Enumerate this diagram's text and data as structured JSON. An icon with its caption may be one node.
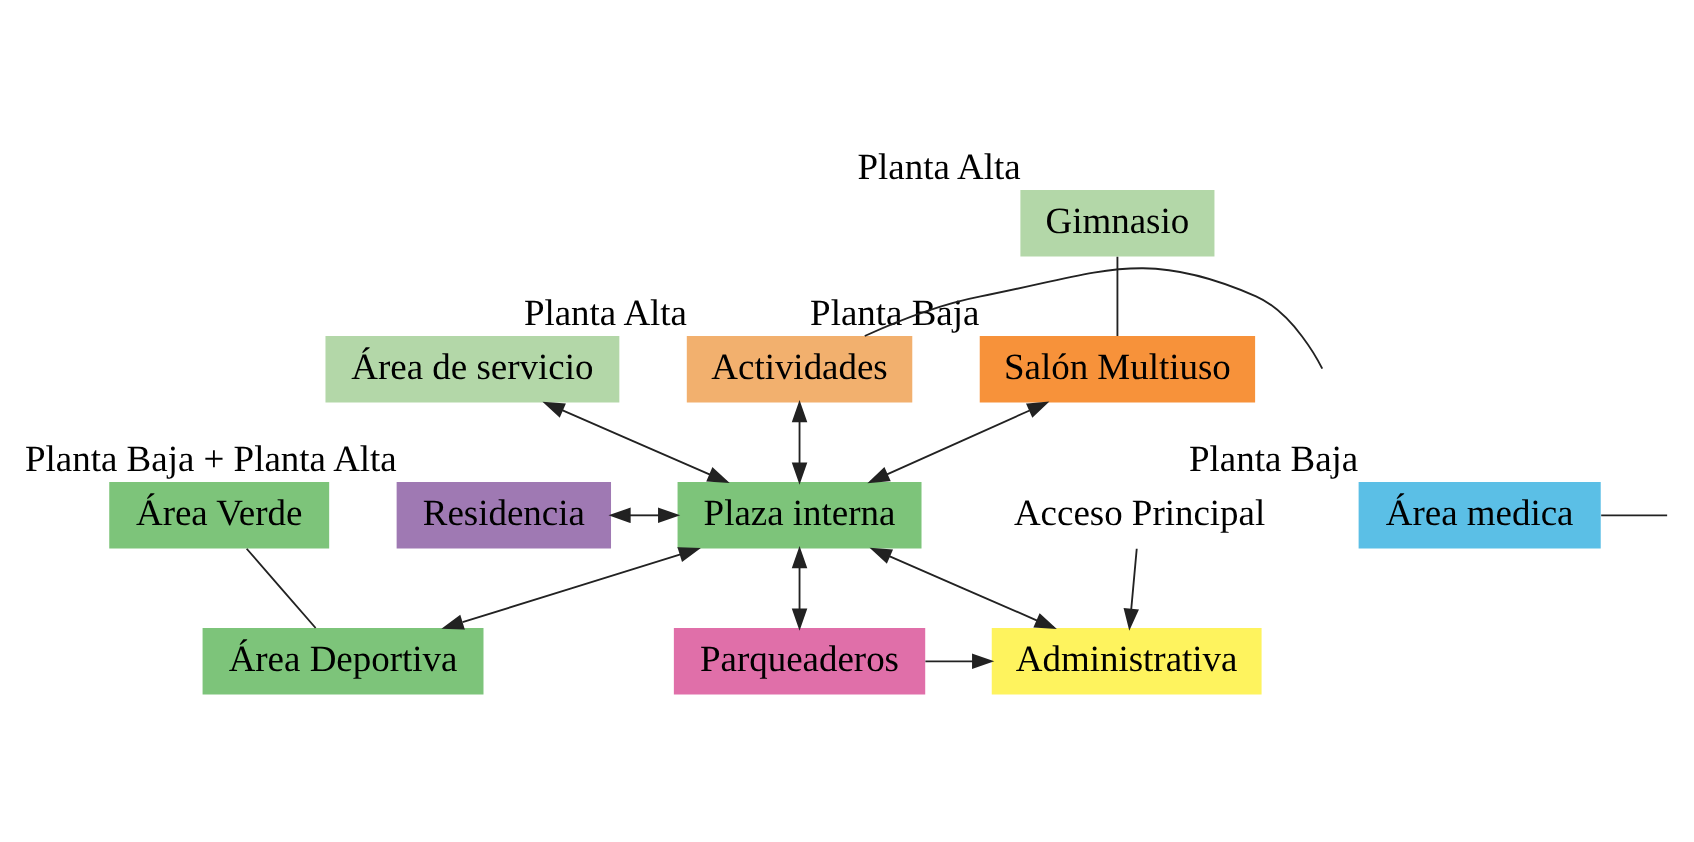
{
  "diagram": {
    "nodes": [
      {
        "text": [
          "Gimnasio"
        ],
        "beside": [
          "Planta Alta"
        ]
      },
      {
        "text": [
          "Salón Multiuso"
        ],
        "beside": [
          "Planta Baja"
        ]
      },
      {
        "text": [
          "Área Verde"
        ]
      },
      {
        "text": [
          "Residencia"
        ],
        "beside": [
          "Planta Baja + Planta Alta"
        ]
      },
      {
        "text": [
          "Área de servicio"
        ]
      },
      {
        "text": [
          "Actividades"
        ],
        "beside": [
          "Planta Alta"
        ]
      },
      {
        "text": [
          "Plaza interna"
        ]
      },
      {
        "text": [
          "Área medica"
        ],
        "beside": [
          "Planta Baja"
        ]
      },
      {
        "text": [
          "Área Deportiva"
        ]
      },
      {
        "text": [
          "Administrativa"
        ]
      },
      {
        "text": [
          "Parqueaderos"
        ]
      },
      {
        "text": [
          "Acceso Principal"
        ]
      }
    ],
    "edges": [
      {
        "from": 0,
        "to": 1,
        "arrow": "none"
      },
      {
        "from": 1,
        "to": 6,
        "arrow": "both"
      },
      {
        "from": 4,
        "to": 6,
        "arrow": "both"
      },
      {
        "from": 5,
        "to": 6,
        "arrow": "both"
      },
      {
        "from": 3,
        "to": 6,
        "arrow": "both"
      },
      {
        "from": 6,
        "to": 8,
        "arrow": "both"
      },
      {
        "from": 6,
        "to": 9,
        "arrow": "both"
      },
      {
        "from": 6,
        "to": 10,
        "arrow": "both"
      },
      {
        "from": 10,
        "to": 9,
        "arrow": "to"
      },
      {
        "from": 11,
        "to": 9,
        "arrow": "to"
      },
      {
        "from": 2,
        "to": 8,
        "arrow": "none"
      },
      {
        "from": 5,
        "to": null,
        "arrow": "none"
      },
      {
        "from": 7,
        "to": null,
        "arrow": "none"
      }
    ]
  }
}
